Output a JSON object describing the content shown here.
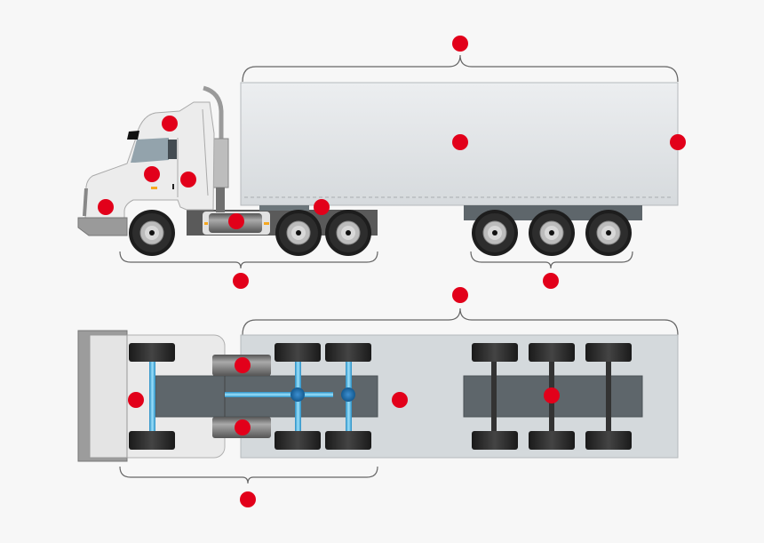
{
  "diagram": {
    "views": [
      "side-view",
      "top-view"
    ],
    "colors": {
      "background": "#f7f7f7",
      "hotspot": "#e2001a",
      "trailer": "#e4e7e9",
      "trailer_top": "#d4d9dc",
      "cab": "#ececec",
      "chassis": "#5e666b",
      "axle": "#5fc1ec",
      "tire": "#222222"
    },
    "hotspots_side": [
      "trailer-group",
      "trailer-body",
      "trailer-rear",
      "cab-roof",
      "cab-door",
      "cab-side",
      "engine-hood",
      "fuel-tank",
      "fifth-wheel",
      "tractor-group",
      "trailer-axles"
    ],
    "hotspots_top": [
      "trailer-group-top",
      "front-axle",
      "fuel-tank-left",
      "fuel-tank-right",
      "trailer-floor",
      "trailer-chassis",
      "tractor-group-top"
    ]
  }
}
